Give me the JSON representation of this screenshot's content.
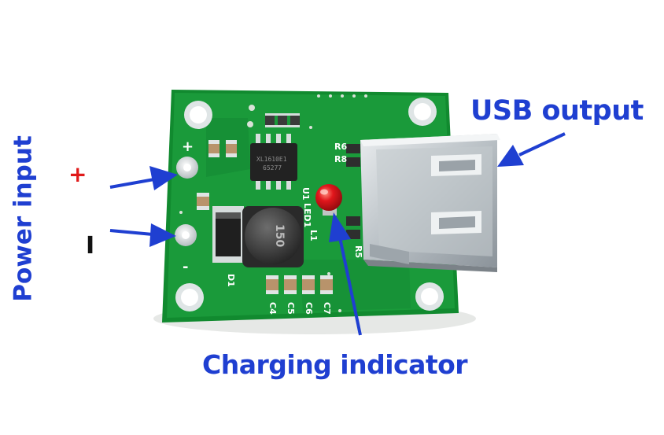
{
  "labels": {
    "power_input": "Power input",
    "plus": "+",
    "minus": "I",
    "usb_output": "USB output",
    "charging_indicator": "Charging indicator"
  },
  "board": {
    "chip_text_1": "XL1610E1",
    "chip_text_2": "65277",
    "inductor_text": "150",
    "silk_u1": "U1",
    "silk_led1": "LED1",
    "silk_l1": "L1",
    "silk_d1": "D1",
    "silk_c4": "C4",
    "silk_c5": "C5",
    "silk_c6": "C6",
    "silk_c7": "C7",
    "silk_r6": "R6",
    "silk_r8": "R8",
    "silk_r5": "R5",
    "silk_plus": "+",
    "silk_minus": "-"
  },
  "colors": {
    "annotation": "#1f3fd1",
    "plus_sign": "#e01a1a",
    "minus_sign": "#111111",
    "pcb": "#1a9a3a",
    "led": "#d8141a"
  },
  "icons": {
    "arrow": "arrow-icon"
  }
}
